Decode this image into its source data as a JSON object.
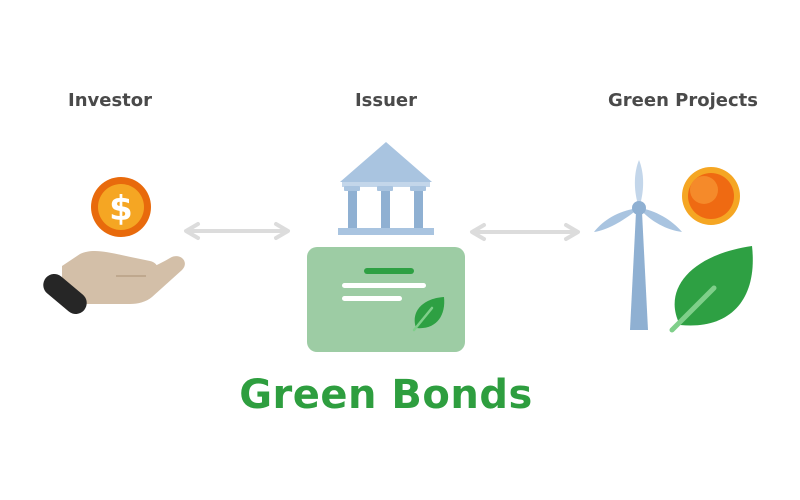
{
  "labels": {
    "investor": "Investor",
    "issuer": "Issuer",
    "projects": "Green Projects"
  },
  "title": "Green Bonds",
  "icons": {
    "investor": [
      "coin-dollar-icon",
      "open-hand-icon"
    ],
    "issuer": [
      "bank-building-icon",
      "bond-certificate-icon",
      "leaf-icon"
    ],
    "projects": [
      "wind-turbine-icon",
      "sun-icon",
      "leaf-icon"
    ],
    "connectors": [
      "double-arrow-icon",
      "double-arrow-icon"
    ]
  },
  "colors": {
    "label": "#4a4a4a",
    "title": "#2e9e3f",
    "certificate": "#9dcca4",
    "leaf": "#2ea043",
    "building": "#a9c4e0",
    "coin": "#f0901c",
    "hand": "#d3bfa8",
    "arrow": "#dcdcdc"
  }
}
